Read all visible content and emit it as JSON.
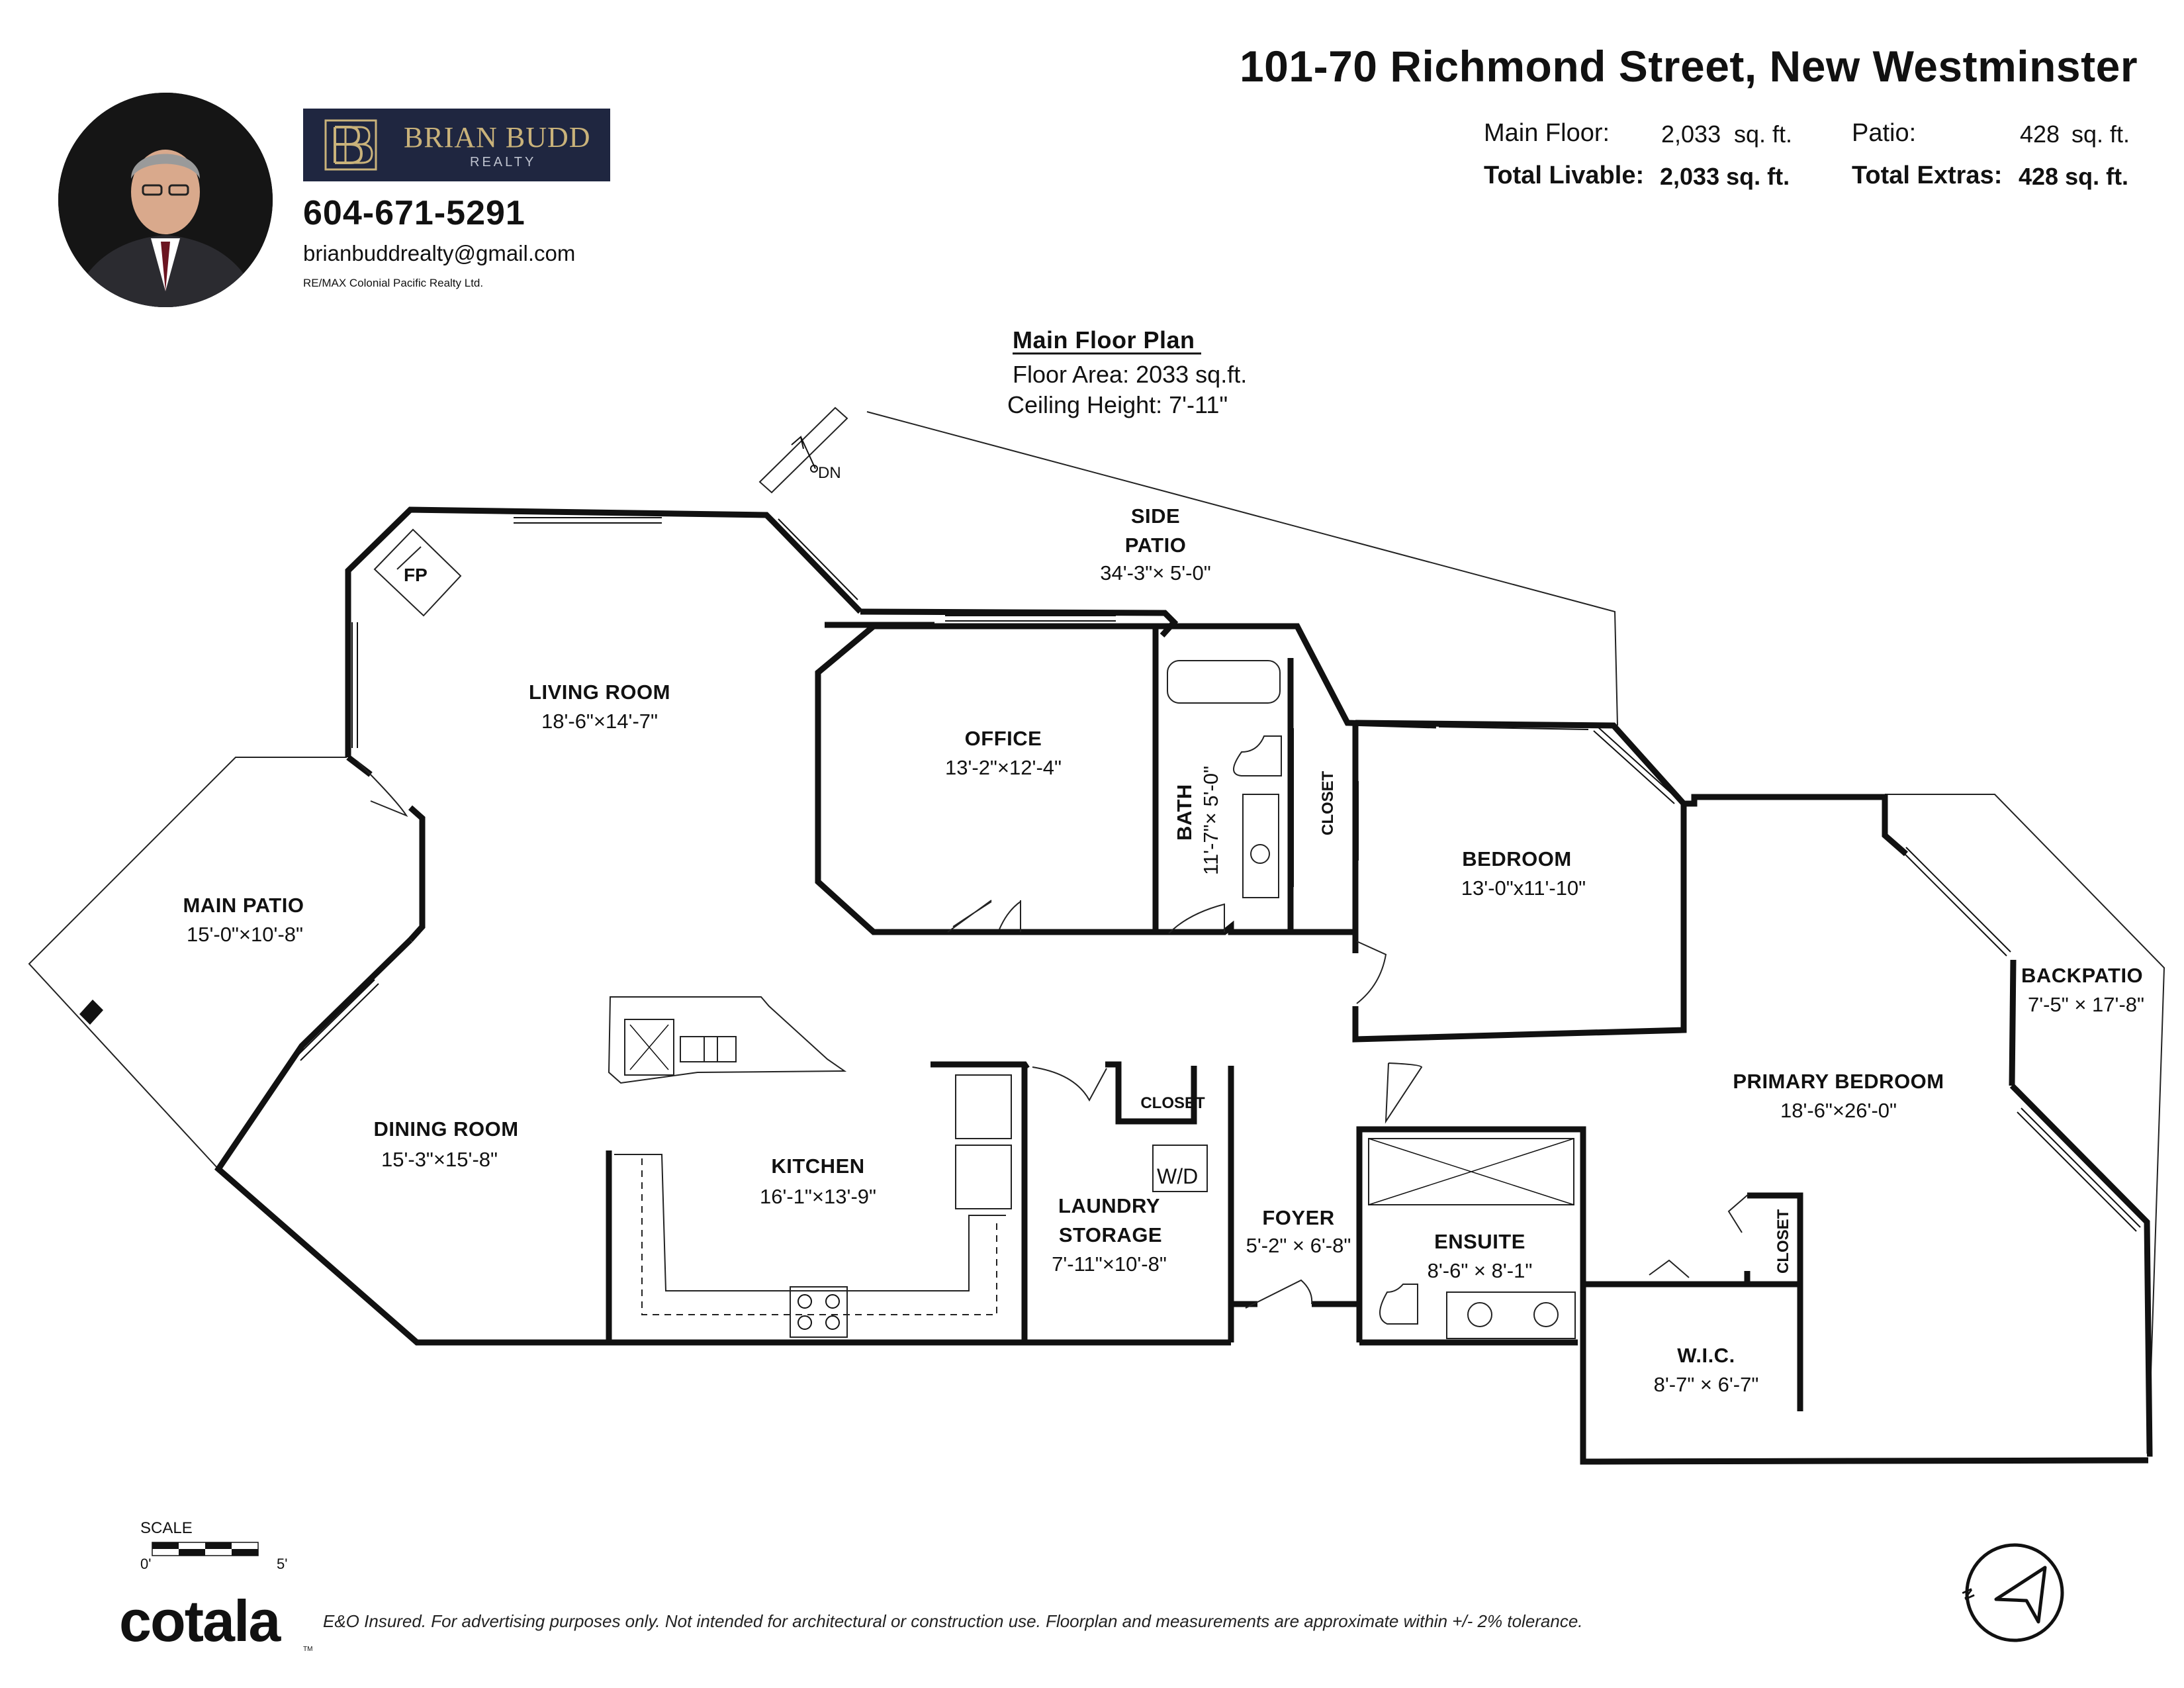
{
  "header": {
    "address": "101-70 Richmond Street, New Westminster",
    "main_floor_label": "Main Floor:",
    "main_floor_value": "2,033",
    "main_floor_unit": "sq. ft.",
    "patio_label": "Patio:",
    "patio_value": "428",
    "patio_unit": "sq. ft.",
    "total_livable_label": "Total Livable:",
    "total_livable_value": "2,033 sq. ft.",
    "total_extras_label": "Total Extras:",
    "total_extras_value": "428 sq. ft."
  },
  "agent": {
    "brand_name": "BRIAN BUDD",
    "brand_sub": "REALTY",
    "phone": "604-671-5291",
    "email": "brianbuddrealty@gmail.com",
    "brokerage": "RE/MAX Colonial Pacific Realty Ltd."
  },
  "plan": {
    "title": "Main Floor Plan",
    "floor_area": "Floor Area: 2033 sq.ft.",
    "ceiling_height": "Ceiling Height: 7'-11\"",
    "dn_label": "DN",
    "fp_label": "FP",
    "wd_label": "W/D"
  },
  "rooms": {
    "side_patio": {
      "name_line1": "SIDE",
      "name_line2": "PATIO",
      "dims": "34'-3\"× 5'-0\""
    },
    "living_room": {
      "name": "LIVING ROOM",
      "dims": "18'-6\"×14'-7\""
    },
    "office": {
      "name": "OFFICE",
      "dims": "13'-2\"×12'-4\""
    },
    "bath": {
      "name": "BATH",
      "dims": "11'-7\"× 5'-0\""
    },
    "closet_1": {
      "name": "CLOSET"
    },
    "bedroom": {
      "name": "BEDROOM",
      "dims": "13'-0\"x11'-10\""
    },
    "main_patio": {
      "name": "MAIN PATIO",
      "dims": "15'-0\"×10'-8\""
    },
    "back_patio": {
      "name": "BACKPATIO",
      "dims": "7'-5\" × 17'-8\""
    },
    "primary_bedroom": {
      "name": "PRIMARY BEDROOM",
      "dims": "18'-6\"×26'-0\""
    },
    "dining_room": {
      "name": "DINING ROOM",
      "dims": "15'-3\"×15'-8\""
    },
    "kitchen": {
      "name": "KITCHEN",
      "dims": "16'-1\"×13'-9\""
    },
    "closet_2": {
      "name": "CLOSET"
    },
    "laundry": {
      "name_line1": "LAUNDRY",
      "name_line2": "STORAGE",
      "dims": "7'-11\"×10'-8\""
    },
    "foyer": {
      "name": "FOYER",
      "dims": "5'-2\" × 6'-8\""
    },
    "ensuite": {
      "name": "ENSUITE",
      "dims": "8'-6\" × 8'-1\""
    },
    "wic": {
      "name": "W.I.C.",
      "dims": "8'-7\" × 6'-7\""
    },
    "closet_3": {
      "name": "CLOSET"
    }
  },
  "scale": {
    "label": "SCALE",
    "start": "0'",
    "end": "5'"
  },
  "compass": {
    "label": "N"
  },
  "footer": {
    "brand": "cotala",
    "tm": "TM",
    "disclaimer": "E&O Insured. For advertising purposes only. Not intended for architectural or construction use. Floorplan and measurements are approximate within +/- 2% tolerance."
  }
}
